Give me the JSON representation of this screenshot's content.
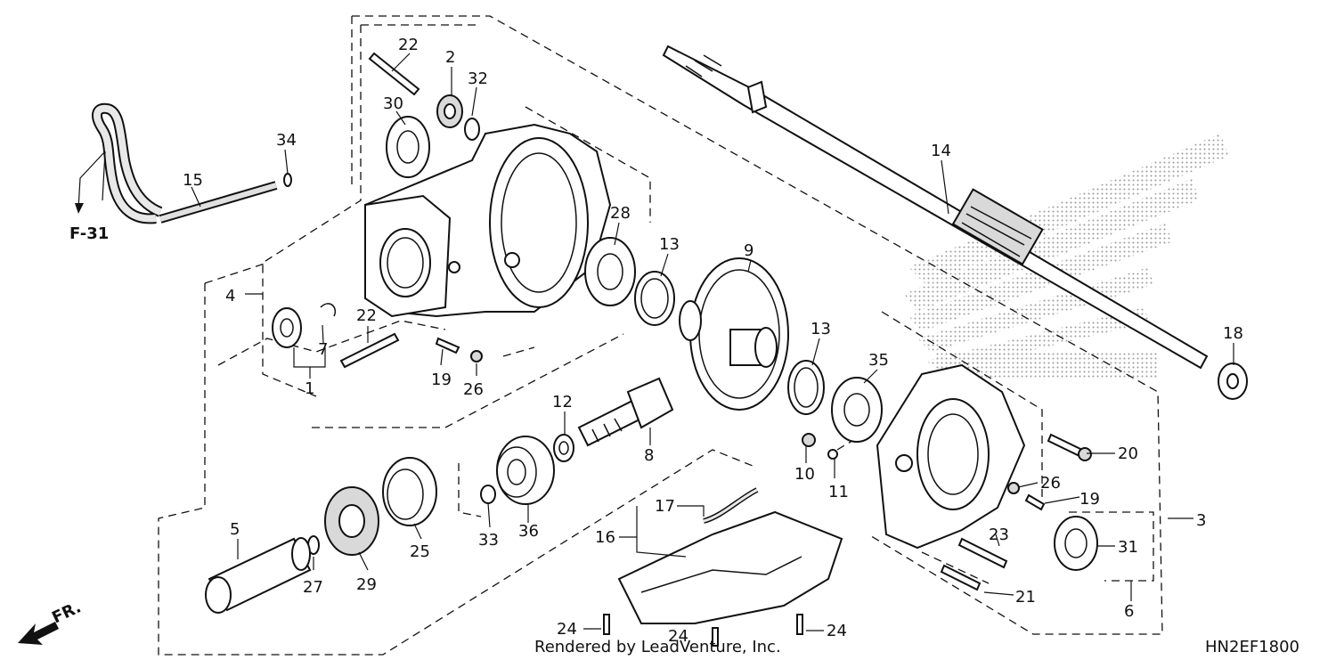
{
  "diagram": {
    "ref_code": "HN2EF1800",
    "rendered_by": "Rendered by LeadVenture, Inc.",
    "direction_label": "FR.",
    "cross_ref": "F-31",
    "callouts": [
      "1",
      "2",
      "3",
      "4",
      "5",
      "6",
      "7",
      "8",
      "9",
      "10",
      "11",
      "12",
      "13",
      "13",
      "14",
      "15",
      "16",
      "17",
      "18",
      "19",
      "19",
      "20",
      "21",
      "22",
      "22",
      "23",
      "24",
      "24",
      "24",
      "25",
      "26",
      "26",
      "27",
      "28",
      "29",
      "30",
      "31",
      "32",
      "33",
      "34",
      "35",
      "36"
    ]
  }
}
